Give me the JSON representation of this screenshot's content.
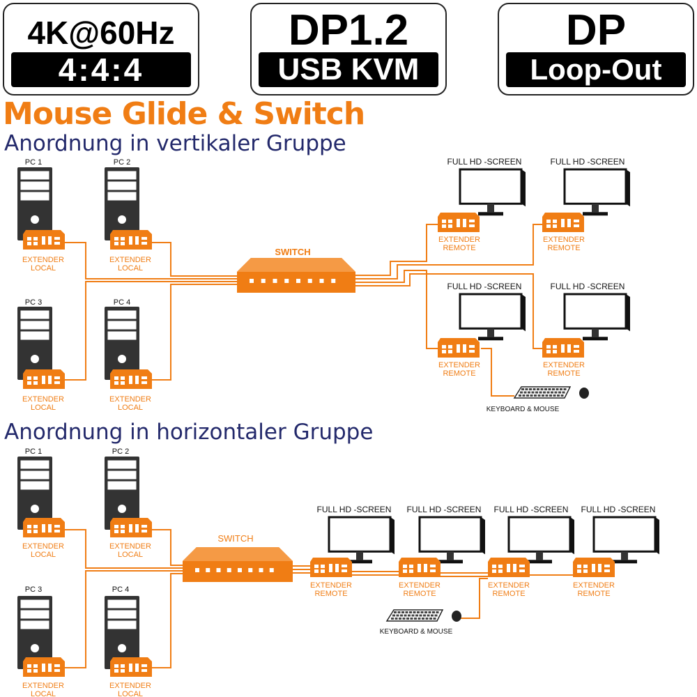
{
  "badges": [
    {
      "top": "4K@60Hz",
      "bottom": "4:4:4"
    },
    {
      "top": "DP1.2",
      "bottom": "USB KVM"
    },
    {
      "top": "DP",
      "bottom": "Loop-Out"
    }
  ],
  "title": "Mouse Glide & Switch",
  "section_vertical": "Anordnung in vertikaler Gruppe",
  "section_horizontal": "Anordnung in horizontaler Gruppe",
  "labels": {
    "pc1": "PC 1",
    "pc2": "PC 2",
    "pc3": "PC 3",
    "pc4": "PC 4",
    "extender": "EXTENDER",
    "local": "LOCAL",
    "remote": "REMOTE",
    "switch": "SWITCH",
    "screen": "FULL HD -SCREEN",
    "keyboard_mouse": "KEYBOARD & MOUSE"
  },
  "colors": {
    "accent": "#f07d14",
    "heading": "#23296b",
    "device": "#333333"
  }
}
